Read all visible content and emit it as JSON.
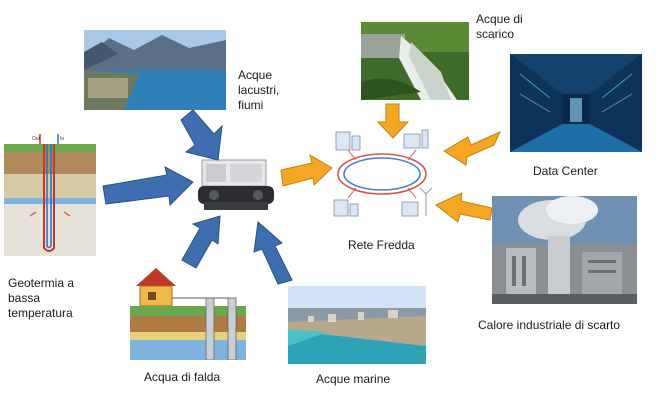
{
  "labels": {
    "acque_lacustri": "Acque\nlacustri,\nfiumi",
    "acque_scarico": "Acque di\nscarico",
    "data_center": "Data Center",
    "geotermia": "Geotermia a\nbassa\ntemperatura",
    "acqua_falda": "Acqua di falda",
    "acque_marine": "Acque marine",
    "rete_fredda": "Rete Fredda",
    "calore_industriale": "Calore industriale di scarto",
    "geo_out": "Out",
    "geo_in": "In"
  },
  "colors": {
    "blue_arrow": "#3f6eb0",
    "orange_arrow": "#f5a623",
    "ring_red": "#d9534f",
    "ring_blue": "#4a7cc9"
  }
}
